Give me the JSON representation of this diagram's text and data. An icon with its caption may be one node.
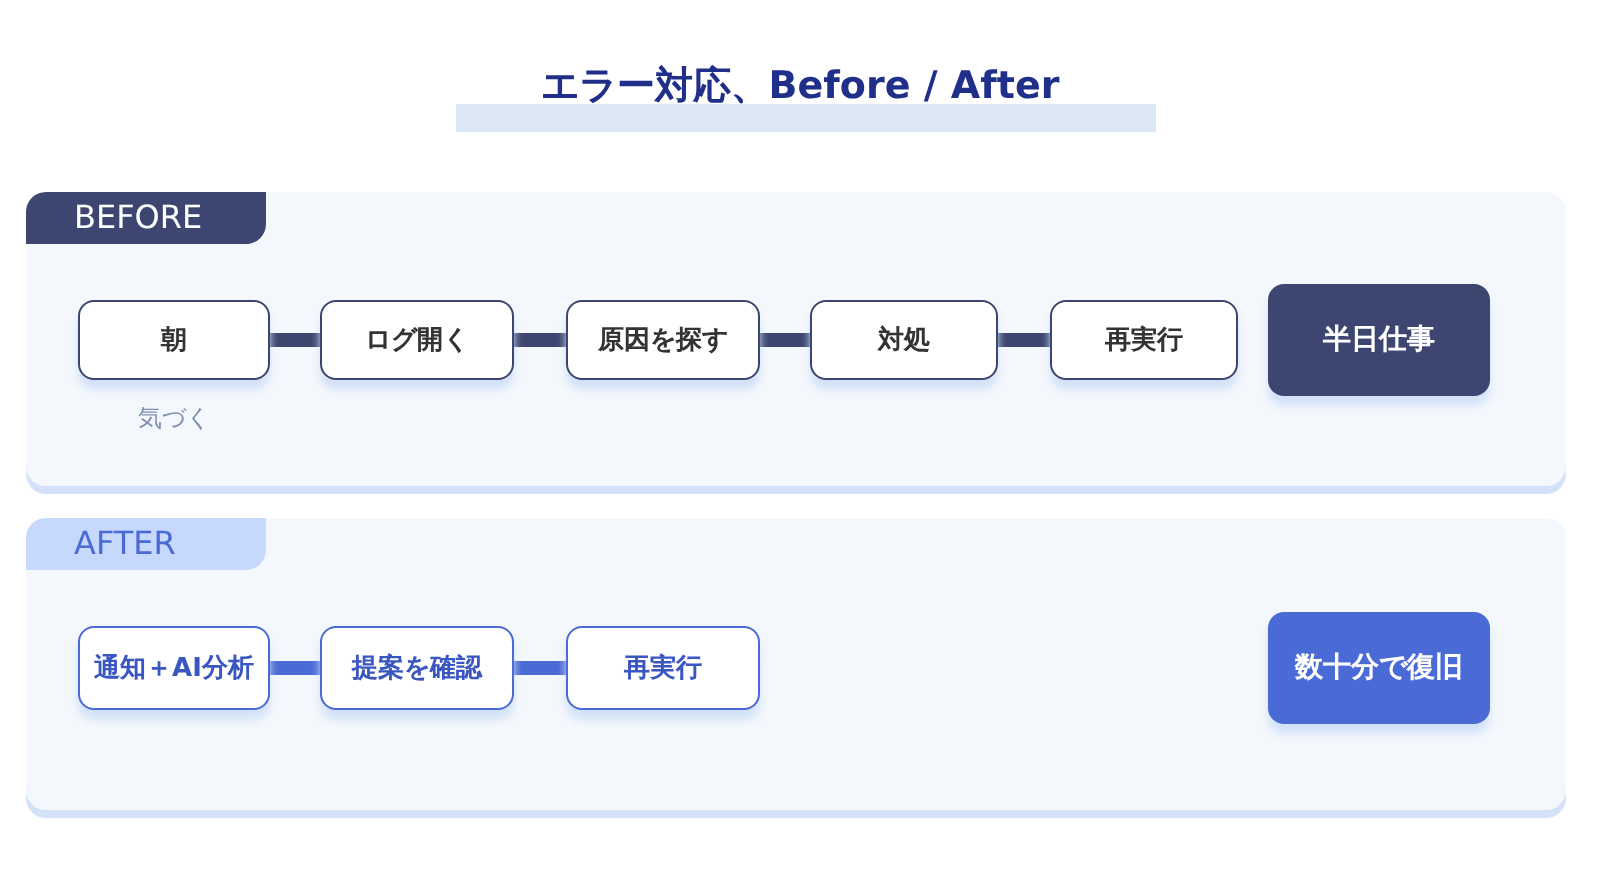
{
  "diagram": {
    "title": "エラー対応、Before / After",
    "nodes": [
      {
        "text": [
          "BEFORE"
        ]
      },
      {
        "text": [
          "朝"
        ],
        "in": 0,
        "beside": [
          "気づく"
        ]
      },
      {
        "text": [
          "ログ開く"
        ],
        "in": 0
      },
      {
        "text": [
          "原因を探す"
        ],
        "in": 0
      },
      {
        "text": [
          "対処"
        ],
        "in": 0
      },
      {
        "text": [
          "再実行"
        ],
        "in": 0
      },
      {
        "text": [
          "半日仕事"
        ],
        "in": 0
      },
      {
        "text": [
          "AFTER"
        ]
      },
      {
        "text": [
          "通知＋AI分析"
        ],
        "in": 7
      },
      {
        "text": [
          "提案を確認"
        ],
        "in": 7
      },
      {
        "text": [
          "再実行"
        ],
        "in": 7
      },
      {
        "text": [
          "数十分で復旧"
        ],
        "in": 7
      }
    ],
    "edges": [
      {
        "from": 1,
        "to": 2,
        "arrow": "none"
      },
      {
        "from": 2,
        "to": 3,
        "arrow": "none"
      },
      {
        "from": 3,
        "to": 4,
        "arrow": "none"
      },
      {
        "from": 4,
        "to": 5,
        "arrow": "none"
      },
      {
        "from": 8,
        "to": 9,
        "arrow": "none",
        "color": "#4a6ad6"
      },
      {
        "from": 9,
        "to": 10,
        "arrow": "none",
        "color": "#4a6ad6"
      }
    ]
  }
}
